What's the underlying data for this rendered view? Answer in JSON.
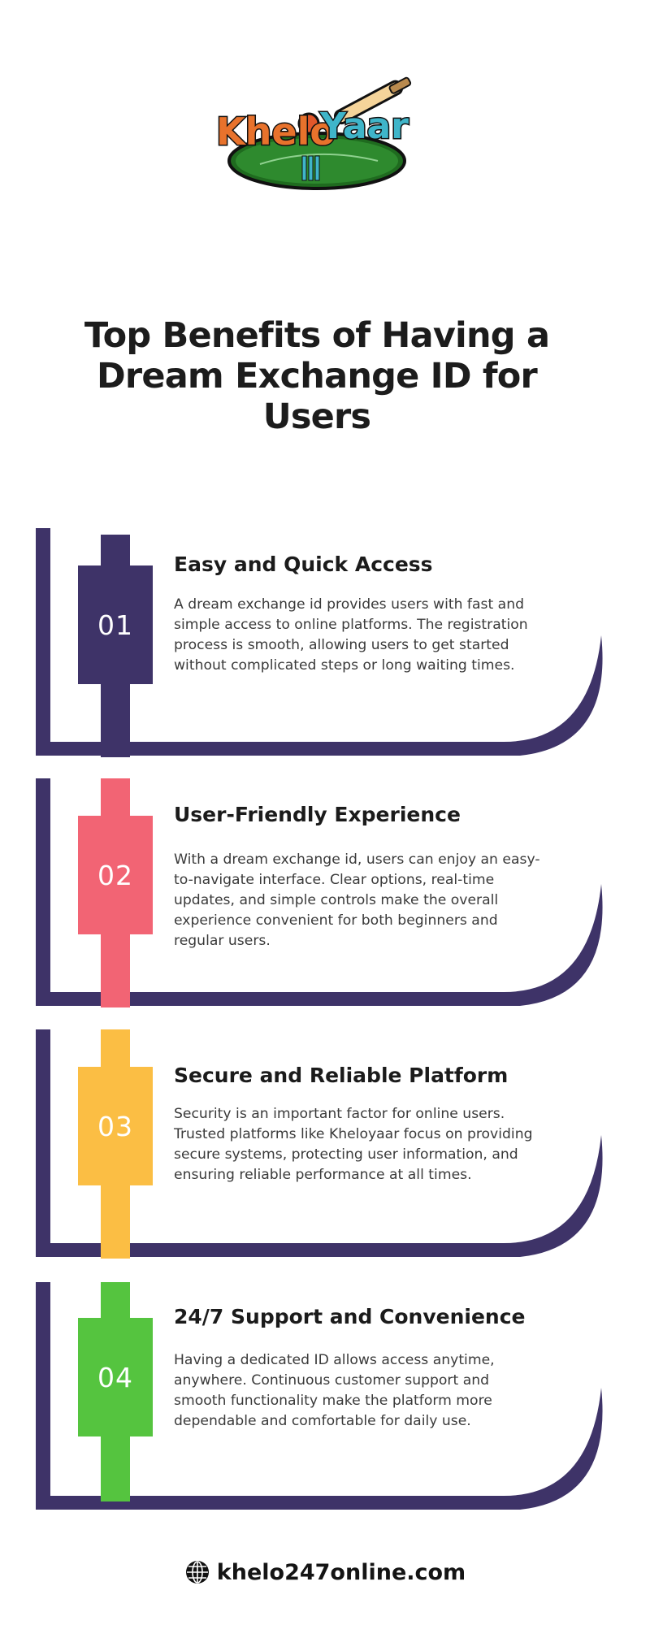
{
  "logo": {
    "text_part1": "Khelo",
    "text_part2": "Yaar"
  },
  "title_lines": [
    "Top Benefits of Having a",
    "Dream Exchange ID for",
    "Users"
  ],
  "colors": {
    "frame": "#3e3368",
    "step1": "#3e3368",
    "step2": "#f26474",
    "step3": "#fbbe44",
    "step4": "#55c43f"
  },
  "steps": [
    {
      "number": "01",
      "title": "Easy and Quick Access",
      "description": "A dream exchange id provides users with fast and simple access to online platforms. The registration process is smooth, allowing users to get started without complicated steps or long waiting times."
    },
    {
      "number": "02",
      "title": "User-Friendly Experience",
      "description": "With a dream exchange id, users can enjoy an easy-to-navigate interface. Clear options, real-time updates, and simple controls make the overall experience convenient for both beginners and regular users."
    },
    {
      "number": "03",
      "title": "Secure and Reliable Platform",
      "description": "Security is an important factor for online users. Trusted platforms like Kheloyaar focus on providing secure systems, protecting user information, and ensuring reliable performance at all times."
    },
    {
      "number": "04",
      "title": "24/7 Support and Convenience",
      "description": "Having a dedicated ID allows access anytime, anywhere. Continuous customer support and smooth functionality make the platform more dependable and comfortable for daily use."
    }
  ],
  "footer": {
    "icon": "globe-icon",
    "url": "khelo247online.com"
  }
}
